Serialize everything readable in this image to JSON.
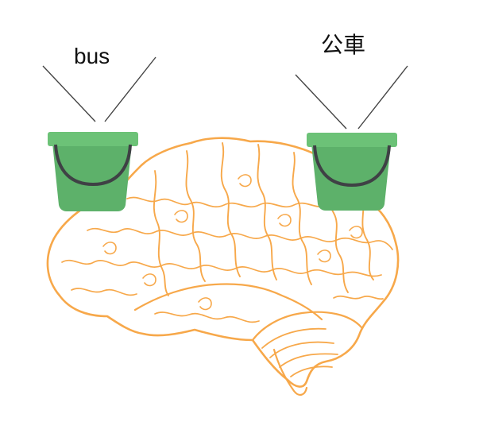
{
  "labels": {
    "left_word": "bus",
    "right_word": "公車"
  },
  "colors": {
    "brain_outline": "#F7A84A",
    "brain_outline_inner": "#F9C27A",
    "bucket_body": "#5DB16A",
    "bucket_rim": "#6CC277",
    "bucket_handle": "#3F4145",
    "pointer_lines": "#444444"
  },
  "icons": {
    "brain": "brain-illustration",
    "left_bucket": "bucket-icon",
    "right_bucket": "bucket-icon"
  }
}
